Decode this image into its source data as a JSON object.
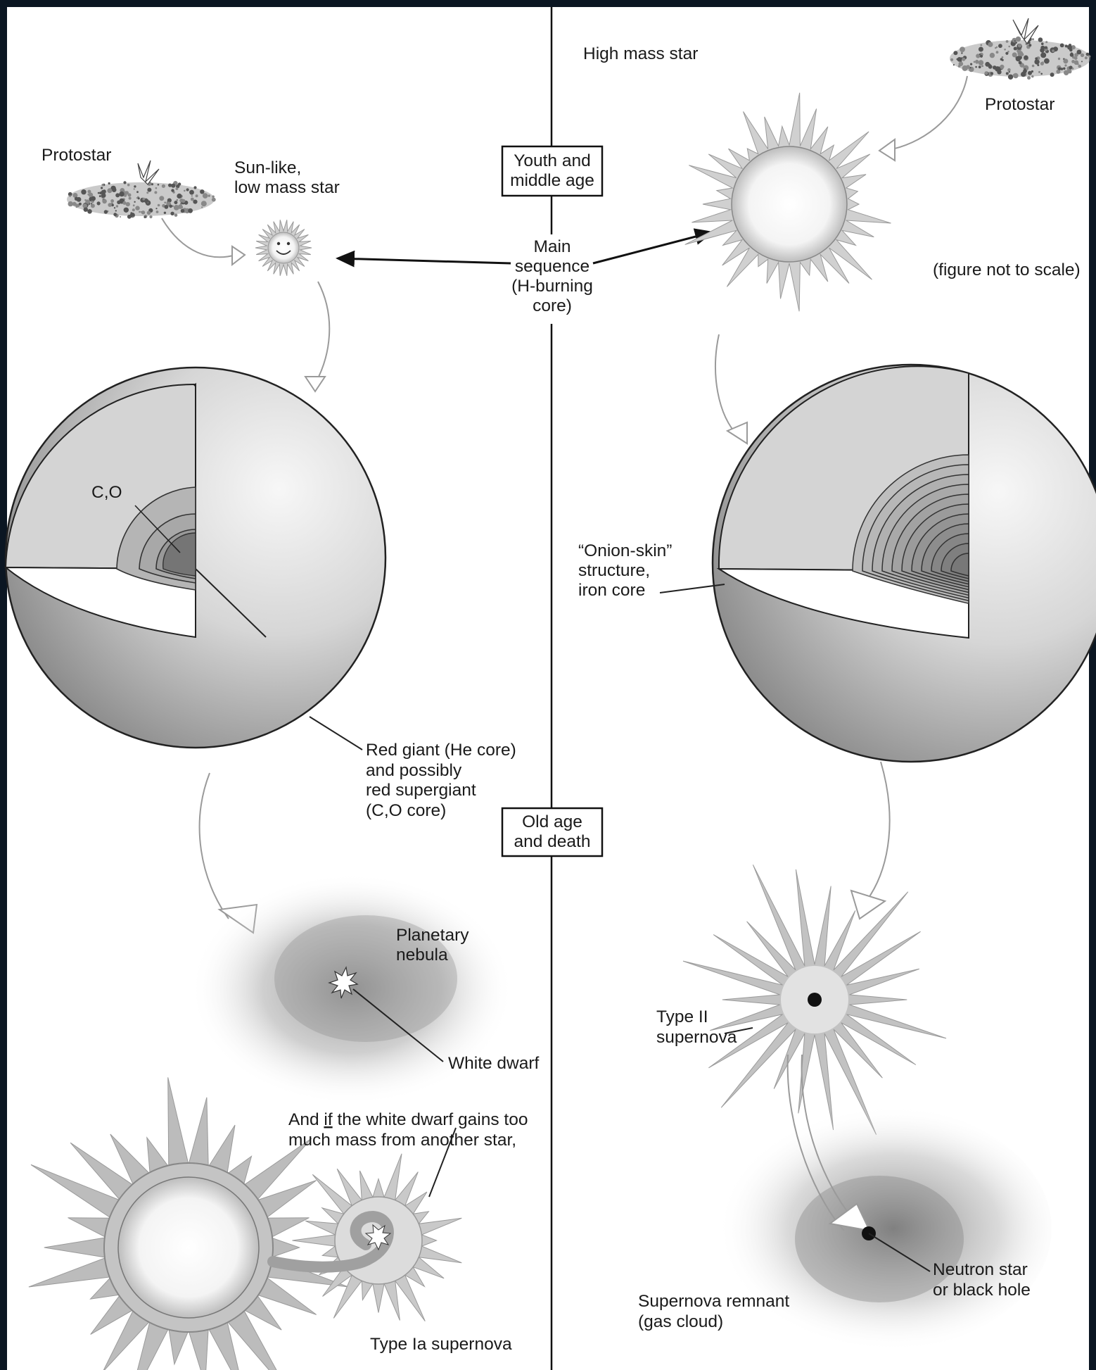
{
  "left_column": {
    "protostar": "Protostar",
    "sun_like_line1": "Sun-like,",
    "sun_like_line2": "low mass star",
    "core_label": "C,O",
    "red_giant_line1": "Red giant (He core)",
    "red_giant_line2": "and possibly",
    "red_giant_line3": "red supergiant",
    "red_giant_line4": "(C,O core)",
    "planetary_line1": "Planetary",
    "planetary_line2": "nebula",
    "white_dwarf": "White dwarf",
    "if_line1_pre": "And ",
    "if_line1_em": "if",
    "if_line1_post": " the white dwarf gains too",
    "if_line2": "much mass from another star,",
    "type_ia": "Type Ia supernova"
  },
  "right_column": {
    "high_mass": "High mass star",
    "protostar": "Protostar",
    "not_to_scale": "(figure not to scale)",
    "onion_line1": "“Onion-skin”",
    "onion_line2": "structure,",
    "onion_line3": "iron core",
    "type_ii_line1": "Type II",
    "type_ii_line2": "supernova",
    "remnant_line1": "Supernova remnant",
    "remnant_line2": "(gas cloud)",
    "neutron_line1": "Neutron star",
    "neutron_line2": "or black hole"
  },
  "center": {
    "youth_line1": "Youth and",
    "youth_line2": "middle age",
    "main_seq_line1": "Main",
    "main_seq_line2": "sequence",
    "main_seq_line3": "(H-burning",
    "main_seq_line4": "core)",
    "old_line1": "Old age",
    "old_line2": "and death"
  },
  "colors": {
    "frame_dark": "#0b1622",
    "page": "#ffffff",
    "sphere_light": "#f2f2f2",
    "sphere_shade": "#8c8c8c",
    "cut_face": "#d2d2d2",
    "spike": "#bdbdbd"
  }
}
